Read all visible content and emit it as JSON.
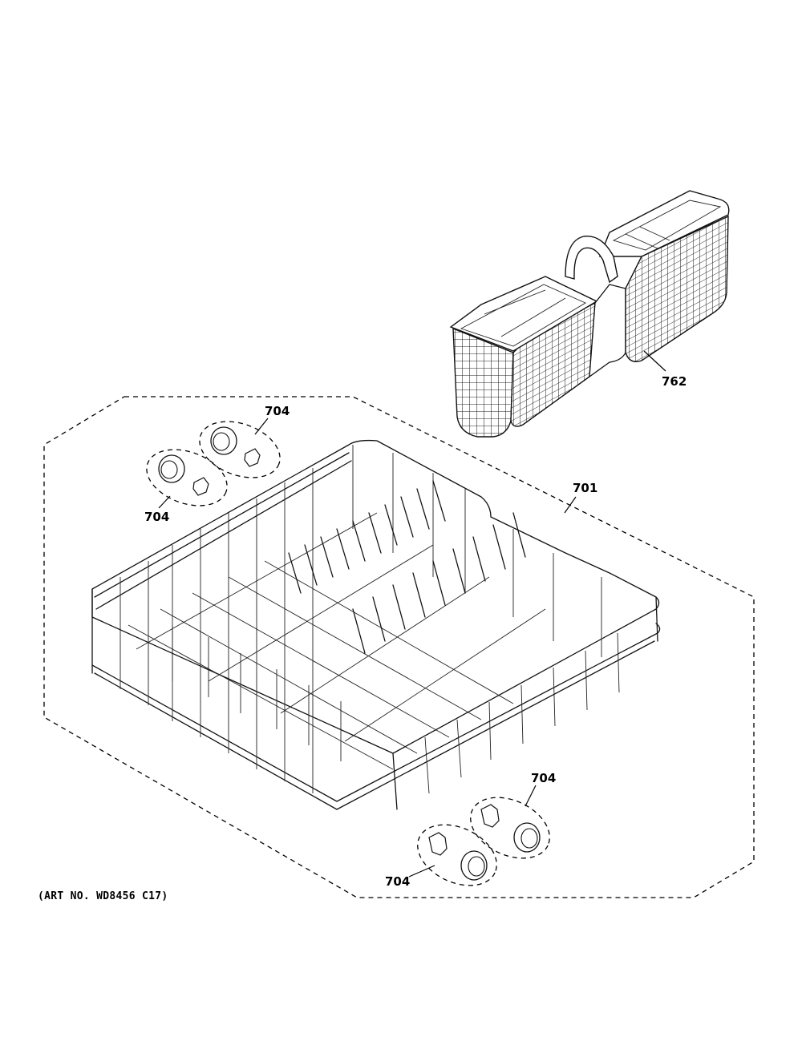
{
  "callouts": {
    "basket": "762",
    "rack": "701",
    "wheel_top_right": "704",
    "wheel_top_left": "704",
    "wheel_bottom_right": "704",
    "wheel_bottom_left": "704"
  },
  "art_number": "(ART NO. WD8456 C17)"
}
